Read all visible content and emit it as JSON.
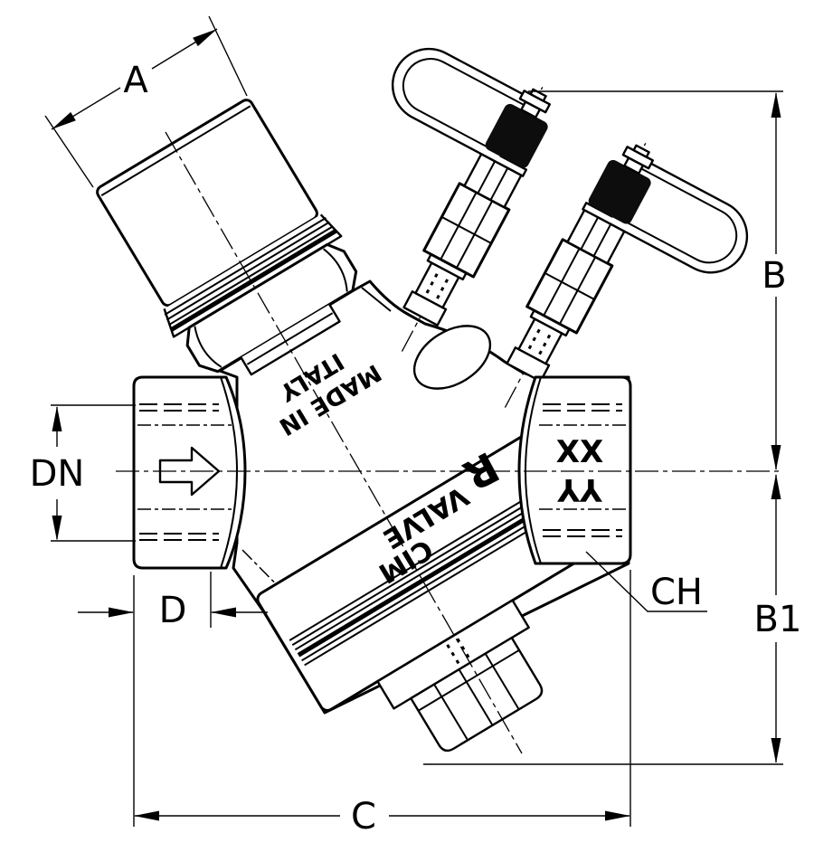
{
  "drawing": {
    "colors": {
      "background": "#ffffff",
      "line": "#000000",
      "cap_fill": "#0d0d0d"
    },
    "dimension_labels": {
      "a": "A",
      "b": "B",
      "b1": "B1",
      "c": "C",
      "d": "D",
      "dn": "DN",
      "ch": "CH"
    },
    "body_markings": {
      "brand_line1": "CIM",
      "brand_line2": "VALVE",
      "origin_line1": "MADE IN",
      "origin_line2": "ITALY",
      "port_mark_top": "XX",
      "port_mark_bottom": "YY",
      "cast_letter": "R"
    }
  }
}
